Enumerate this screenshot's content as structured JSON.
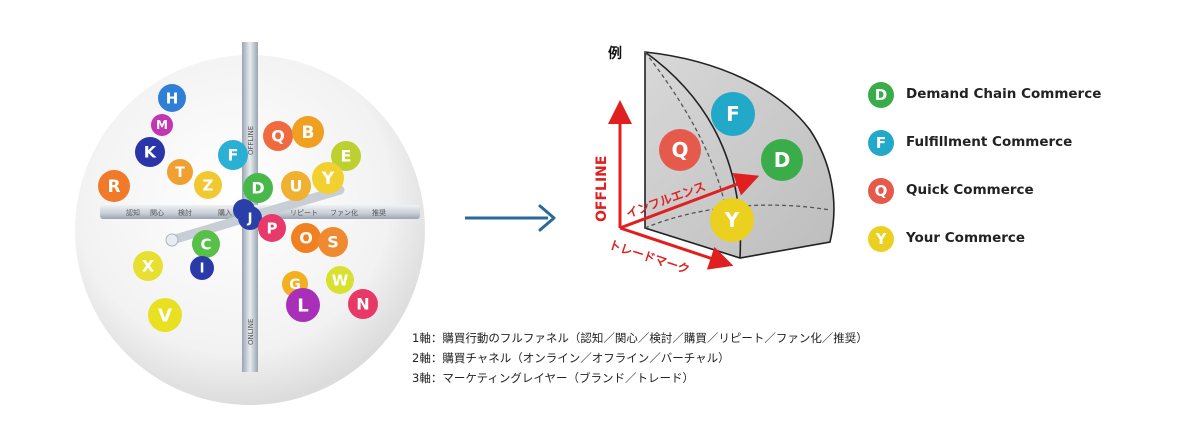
{
  "sphere": {
    "axis_labels": {
      "vertical_top": "OFFLINE",
      "vertical_bottom": "ONLINE",
      "horizontal": [
        "認知",
        "関心",
        "検討",
        "購入",
        "リピート",
        "ファン化",
        "推奨"
      ]
    },
    "balls": [
      {
        "letter": "H",
        "color": "#2f7fd6"
      },
      {
        "letter": "M",
        "color": "#c236b4"
      },
      {
        "letter": "K",
        "color": "#2a35a8"
      },
      {
        "letter": "R",
        "color": "#f07a2a"
      },
      {
        "letter": "T",
        "color": "#f0a030"
      },
      {
        "letter": "Z",
        "color": "#f2c830"
      },
      {
        "letter": "F",
        "color": "#2ab0d4"
      },
      {
        "letter": "Q",
        "color": "#f06a40"
      },
      {
        "letter": "B",
        "color": "#f0a020"
      },
      {
        "letter": "E",
        "color": "#bcd030"
      },
      {
        "letter": "Y",
        "color": "#f2d030"
      },
      {
        "letter": "D",
        "color": "#48b84a"
      },
      {
        "letter": "U",
        "color": "#f0b030"
      },
      {
        "letter": "J",
        "color": "#2a40a8"
      },
      {
        "letter": "P",
        "color": "#e83a6a"
      },
      {
        "letter": "O",
        "color": "#f08020"
      },
      {
        "letter": "S",
        "color": "#f08a30"
      },
      {
        "letter": "C",
        "color": "#58c048"
      },
      {
        "letter": "X",
        "color": "#e8e030"
      },
      {
        "letter": "I",
        "color": "#2a3aa8"
      },
      {
        "letter": "G",
        "color": "#f0b020"
      },
      {
        "letter": "W",
        "color": "#d8e030"
      },
      {
        "letter": "L",
        "color": "#a830b8"
      },
      {
        "letter": "N",
        "color": "#e83868"
      },
      {
        "letter": "V",
        "color": "#e8e020"
      }
    ]
  },
  "example": {
    "label": "例",
    "axis_offline": "OFFLINE",
    "axis_influence": "インフルエンス",
    "axis_trademark": "トレードマーク",
    "balls": [
      {
        "letter": "Q",
        "color": "#e55a4a"
      },
      {
        "letter": "F",
        "color": "#22a8c8"
      },
      {
        "letter": "D",
        "color": "#3aac4a"
      },
      {
        "letter": "Y",
        "color": "#ecd020"
      }
    ]
  },
  "legend": [
    {
      "letter": "D",
      "label": "Demand Chain Commerce",
      "color": "#3aac4a"
    },
    {
      "letter": "F",
      "label": "Fulfillment Commerce",
      "color": "#22a8c8"
    },
    {
      "letter": "Q",
      "label": "Quick Commerce",
      "color": "#e55a4a"
    },
    {
      "letter": "Y",
      "label": "Your Commerce",
      "color": "#ecd020"
    }
  ],
  "notes": [
    "1軸：購買行動のフルファネル（認知／関心／検討／購買／リピート／ファン化／推奨）",
    "2軸：購買チャネル（オンライン／オフライン／バーチャル）",
    "3軸：マーケティングレイヤー（ブランド／トレード）"
  ],
  "arrow_color": "#2a6a9a"
}
